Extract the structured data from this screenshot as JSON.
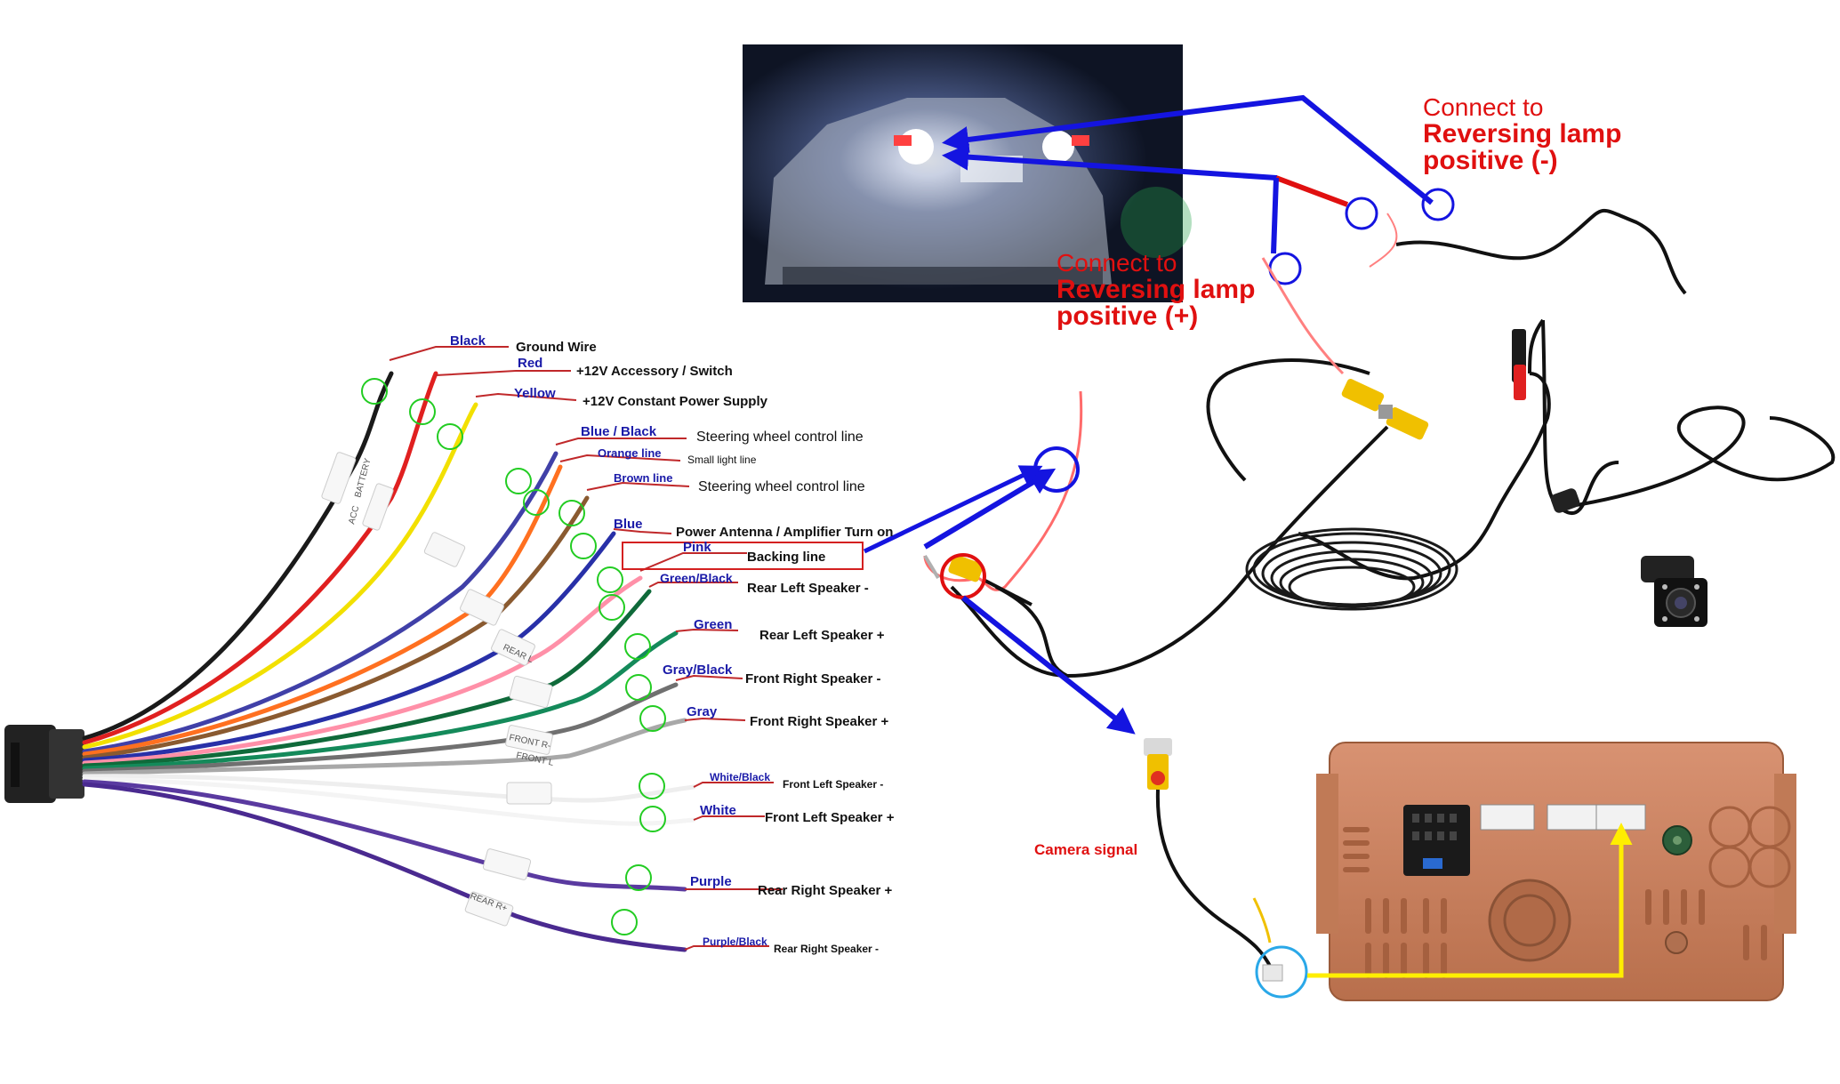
{
  "harness_labels": [
    {
      "color": "Black",
      "desc": "Ground Wire"
    },
    {
      "color": "Red",
      "desc": "+12V  Accessory / Switch"
    },
    {
      "color": "Yellow",
      "desc": "+12V Constant Power Supply"
    },
    {
      "color": "Blue  /  Black",
      "desc": "Steering wheel control line"
    },
    {
      "color": "Orange line",
      "desc": "Small light line"
    },
    {
      "color": "Brown line",
      "desc": "Steering wheel control line"
    },
    {
      "color": "Blue",
      "desc": "Power Antenna / Amplifier Turn on"
    },
    {
      "color": "Pink",
      "desc": "Backing line"
    },
    {
      "color": "Green/Black",
      "desc": "Rear Left Speaker -"
    },
    {
      "color": "Green",
      "desc": "Rear Left Speaker +"
    },
    {
      "color": "Gray/Black",
      "desc": "Front Right Speaker -"
    },
    {
      "color": "Gray",
      "desc": "Front Right Speaker +"
    },
    {
      "color": "White/Black",
      "desc": "Front Left Speaker -"
    },
    {
      "color": "White",
      "desc": "Front Left Speaker +"
    },
    {
      "color": "Purple",
      "desc": "Rear Right Speaker +"
    },
    {
      "color": "Purple/Black",
      "desc": "Rear Right Speaker -"
    }
  ],
  "sleeve_text": {
    "battery": "BATTERY",
    "acc": "ACC",
    "rear_l": "REAR L",
    "front_r": "FRONT R-",
    "front_l": "FRONT L",
    "rear_r": "REAR R+"
  },
  "notes": {
    "neg_line1": "Connect to",
    "neg_line2": "Reversing lamp",
    "neg_line3": "positive (-)",
    "pos_line1": "Connect to",
    "pos_line2": "Reversing lamp",
    "pos_line3": "positive (+)",
    "camera_signal": "Camera signal"
  },
  "colors": {
    "arrow_blue": "#1414e0",
    "note_red": "#e01010",
    "label_blue": "#1a1aa8",
    "unit_copper": "#c8825e",
    "highlight_green": "#22cc22",
    "signal_yellow": "#ffee00"
  }
}
